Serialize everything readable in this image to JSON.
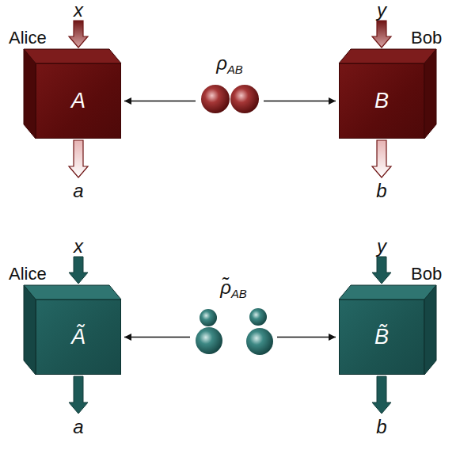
{
  "diagram": {
    "nodes": [
      {
        "text": [
          "Alice",
          "A"
        ]
      },
      {
        "text": [
          "ρAB"
        ]
      },
      {
        "text": [
          "Bob",
          "B"
        ]
      },
      {
        "text": [
          "Alice",
          "Ã"
        ]
      },
      {
        "text": [
          "ρ̃AB"
        ]
      },
      {
        "text": [
          "Bob",
          "B̃"
        ]
      }
    ],
    "edges": [
      {
        "from": 1,
        "to": 0,
        "arrow": "to"
      },
      {
        "from": 1,
        "to": 2,
        "arrow": "to"
      },
      {
        "from": 4,
        "to": 3,
        "arrow": "to"
      },
      {
        "from": 4,
        "to": 5,
        "arrow": "to"
      }
    ],
    "labels": [
      "x",
      "y",
      "a",
      "b",
      "x",
      "y",
      "a",
      "b"
    ]
  }
}
